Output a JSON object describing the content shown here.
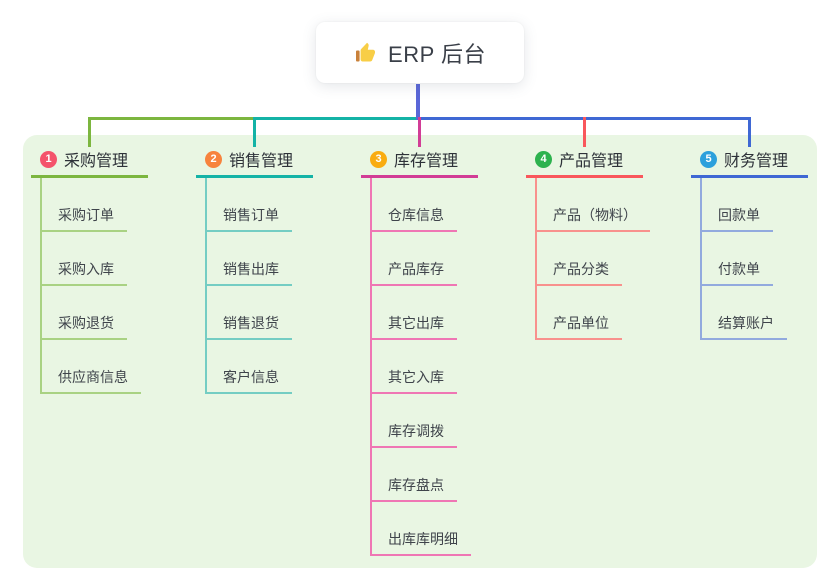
{
  "root": {
    "label": "ERP 后台",
    "icon": "thumbs-up",
    "line_color": "#5a67d8"
  },
  "panel": {
    "background": "#e9f6e3"
  },
  "branches": [
    {
      "index": "1",
      "title": "采购管理",
      "badge_color": "#f4536b",
      "line_color": "#7cb63f",
      "item_line_color": "#a9d283",
      "items": [
        "采购订单",
        "采购入库",
        "采购退货",
        "供应商信息"
      ]
    },
    {
      "index": "2",
      "title": "销售管理",
      "badge_color": "#f7833d",
      "line_color": "#14b3a6",
      "item_line_color": "#74cdc3",
      "items": [
        "销售订单",
        "销售出库",
        "销售退货",
        "客户信息"
      ]
    },
    {
      "index": "3",
      "title": "库存管理",
      "badge_color": "#f9ac10",
      "line_color": "#d23d96",
      "item_line_color": "#ef76b4",
      "items": [
        "仓库信息",
        "产品库存",
        "其它出库",
        "其它入库",
        "库存调拨",
        "库存盘点",
        "出库库明细"
      ]
    },
    {
      "index": "4",
      "title": "产品管理",
      "badge_color": "#2db24e",
      "line_color": "#f9575c",
      "item_line_color": "#f8918d",
      "items": [
        "产品（物料）",
        "产品分类",
        "产品单位"
      ]
    },
    {
      "index": "5",
      "title": "财务管理",
      "badge_color": "#2ca0dc",
      "line_color": "#3f68d4",
      "item_line_color": "#92aade",
      "items": [
        "回款单",
        "付款单",
        "结算账户"
      ]
    }
  ],
  "icon_colors": {
    "thumb_hand": "#f8ce46",
    "thumb_sleeve": "#c9813a"
  }
}
